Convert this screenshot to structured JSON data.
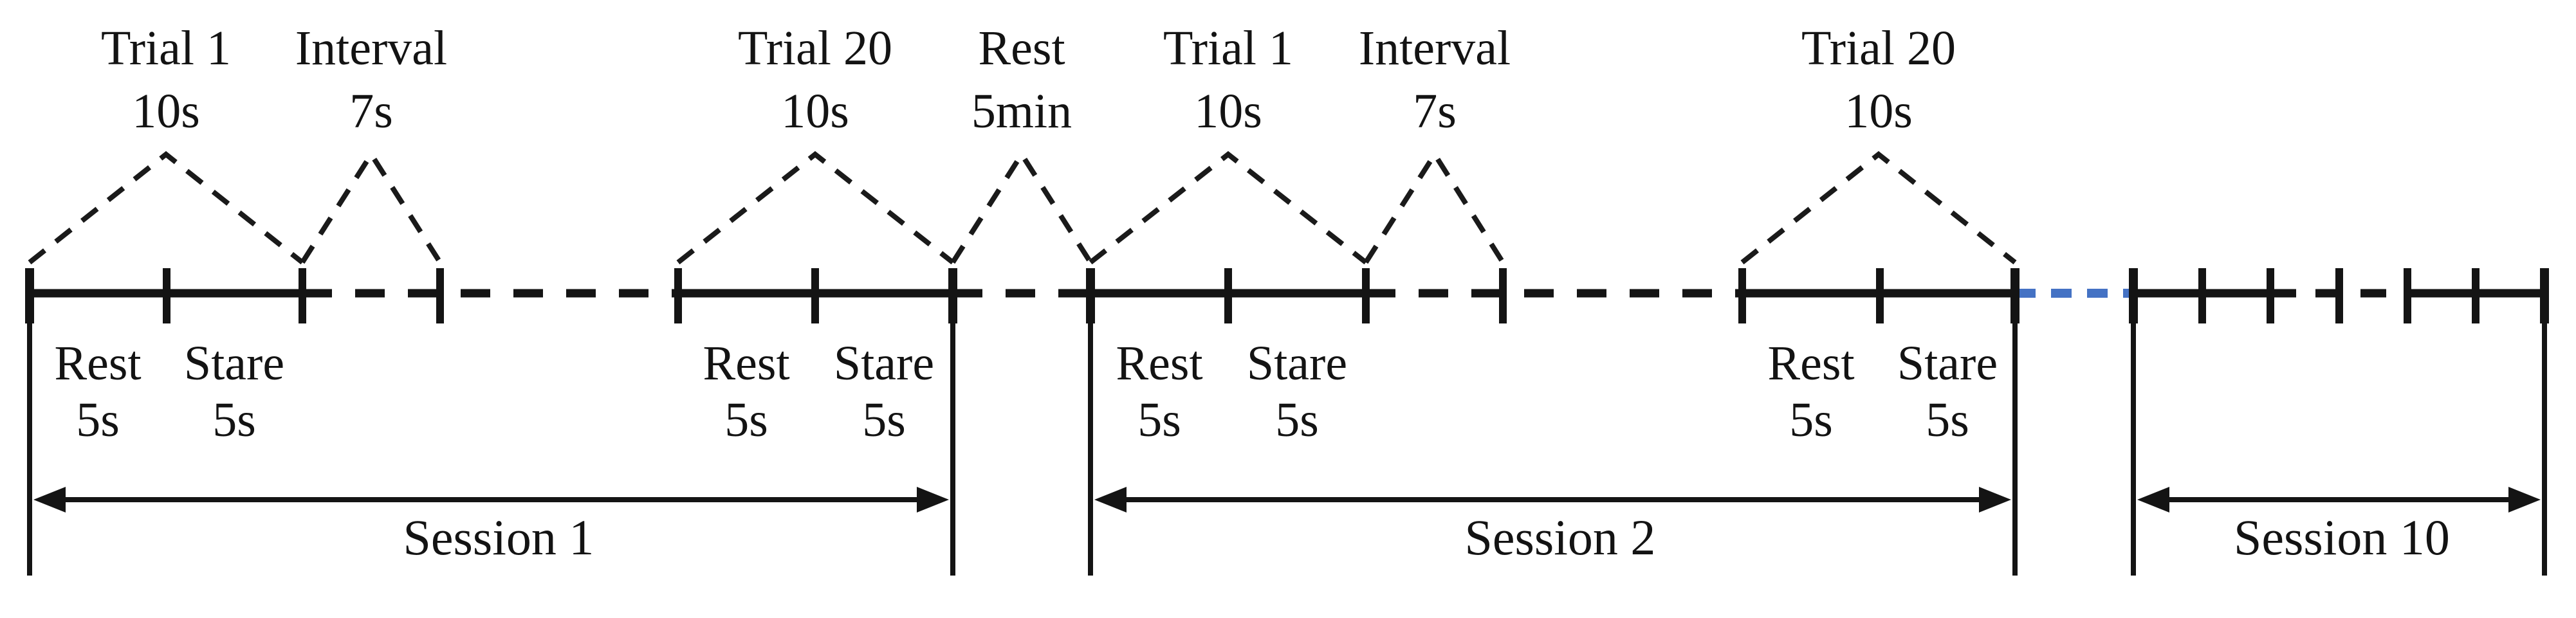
{
  "figure": {
    "background": "#ffffff",
    "ink_color": "#141414",
    "accent_blue": "#4472C4"
  },
  "strings": {
    "trial_first": "Trial 1",
    "trial_last": "Trial 20",
    "interval": "Interval",
    "rest": "Rest",
    "stare": "Stare",
    "sec5": "5s",
    "sec10": "10s",
    "sec7": "7s",
    "min5": "5min",
    "session_1": "Session 1",
    "session_2": "Session 2",
    "session_10": "Session 10"
  },
  "protocol": {
    "trial_duration": "10s",
    "interval_duration": "7s",
    "rest_phase_duration": "5s",
    "stare_phase_duration": "5s",
    "inter_session_rest": "5min",
    "sessions_shown": [
      "Session 1",
      "Session 2",
      "Session 10"
    ],
    "trials_labeled_per_session": [
      "Trial 1",
      "Trial 20"
    ]
  }
}
